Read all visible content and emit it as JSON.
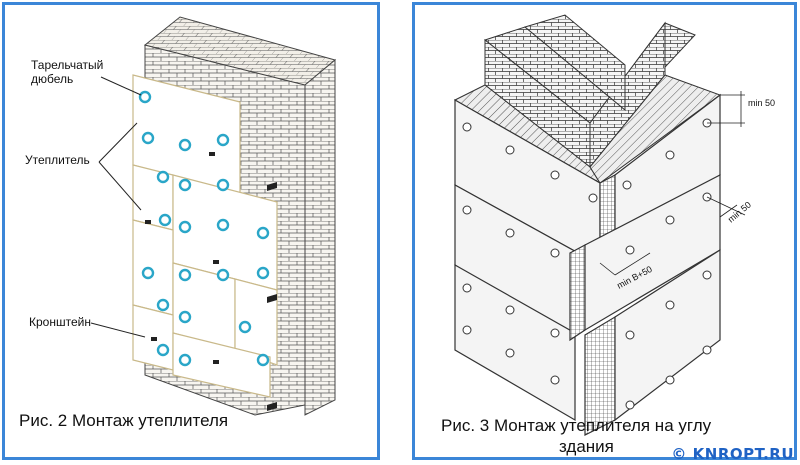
{
  "figure_left": {
    "labels": {
      "dowel": "Тарельчатый\nдюбель",
      "insulation": "Утеплитель",
      "bracket": "Кронштейн"
    },
    "caption": "Рис. 2 Монтаж утеплителя"
  },
  "figure_right": {
    "dimensions": {
      "min_top": "min 50",
      "min_side": "min 50",
      "min_b": "min B+50"
    },
    "caption_line1": "Рис. 3 Монтаж утеплителя на углу",
    "caption_line2": "здания"
  },
  "watermark": "© KNROPT.RU",
  "colors": {
    "frame": "#3b86d8",
    "dowel": "#2aa6c8",
    "watermark": "#1f62c4"
  }
}
